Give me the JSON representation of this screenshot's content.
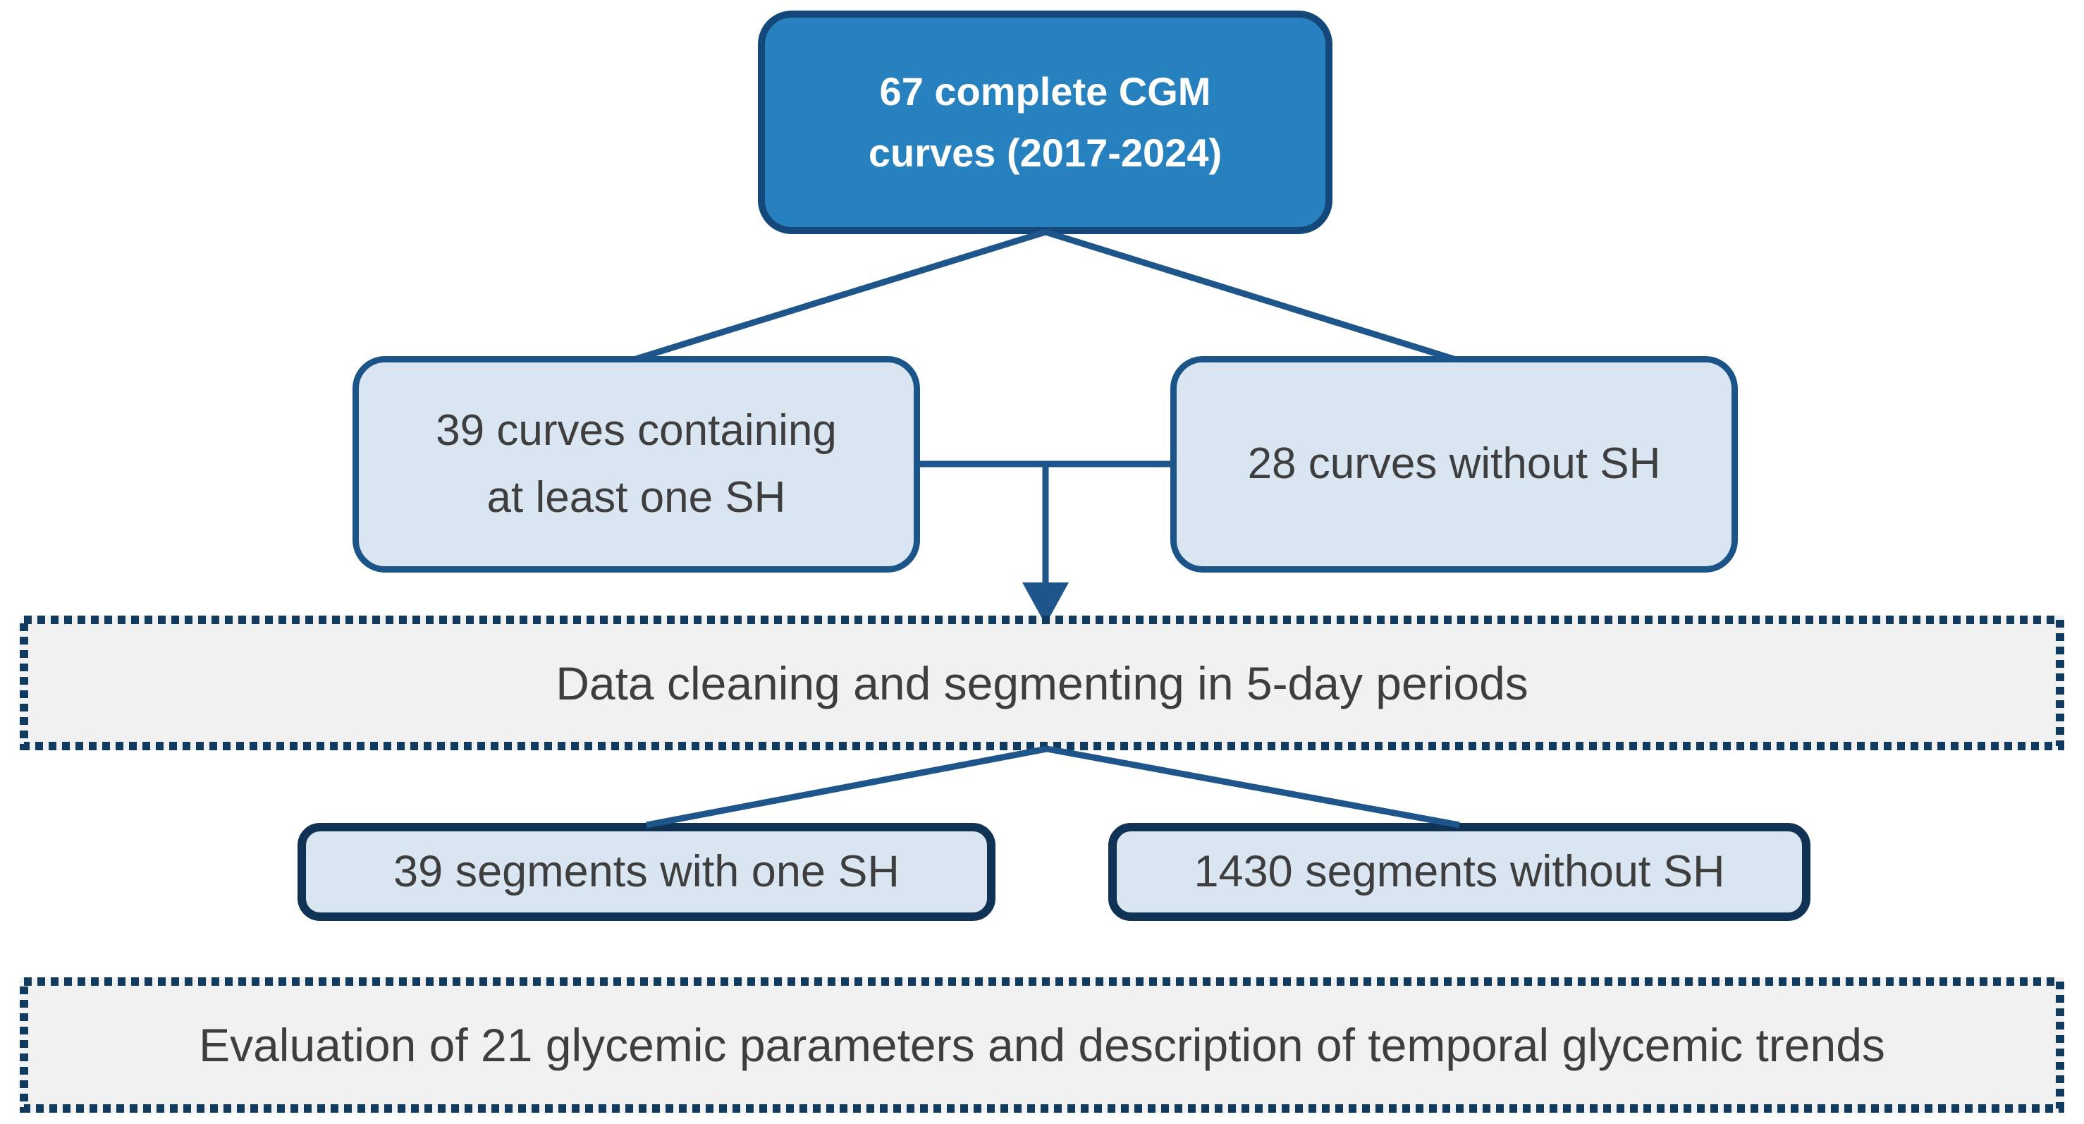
{
  "colors": {
    "background": "#FFFFFF",
    "root_fill": "#2781BE",
    "root_border": "#14477A",
    "root_text": "#FFFFFF",
    "child_fill": "#D9E5F1",
    "child_border": "#1B5488",
    "segment_border": "#103254",
    "process_fill": "#F1F1F2",
    "dotted_border": "#113A5F",
    "connector": "#1E568C",
    "dark_text": "#3E3E3E"
  },
  "nodes": {
    "root": {
      "lines": [
        "67 complete CGM",
        "curves (2017-2024)"
      ]
    },
    "curves_with_sh": {
      "lines": [
        "39 curves containing",
        "at least one SH"
      ]
    },
    "curves_without_sh": {
      "lines": [
        "28 curves without SH"
      ]
    },
    "cleaning": {
      "lines": [
        "Data cleaning and segmenting in 5-day periods"
      ]
    },
    "segments_with_sh": {
      "lines": [
        "39 segments with one SH"
      ]
    },
    "segments_without_sh": {
      "lines": [
        "1430 segments without SH"
      ]
    },
    "evaluation": {
      "lines": [
        "Evaluation of 21 glycemic parameters and description of temporal glycemic trends"
      ]
    }
  }
}
